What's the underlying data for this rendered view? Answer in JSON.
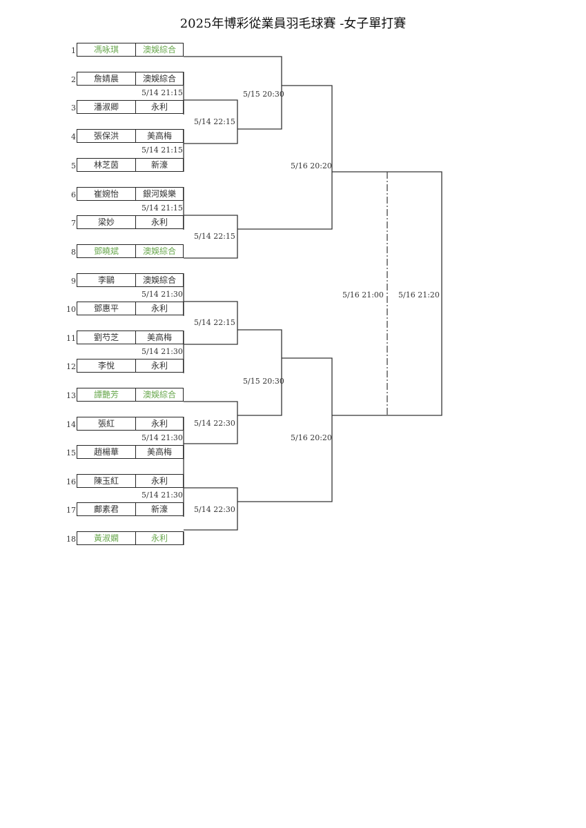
{
  "title": "2025年博彩從業員羽毛球賽 -女子單打賽",
  "accent_color": "#6aa84f",
  "players": [
    {
      "no": "1",
      "name": "馮咏琪",
      "team": "澳娛綜合",
      "seed": true
    },
    {
      "no": "2",
      "name": "詹婧晨",
      "team": "澳娛綜合",
      "seed": false
    },
    {
      "no": "3",
      "name": "潘淑卿",
      "team": "永利",
      "seed": false
    },
    {
      "no": "4",
      "name": "張保洪",
      "team": "美高梅",
      "seed": false
    },
    {
      "no": "5",
      "name": "林芝茵",
      "team": "新濠",
      "seed": false
    },
    {
      "no": "6",
      "name": "崔婉怡",
      "team": "銀河娛樂",
      "seed": false
    },
    {
      "no": "7",
      "name": "梁妙",
      "team": "永利",
      "seed": false
    },
    {
      "no": "8",
      "name": "鄧曉斌",
      "team": "澳娛綜合",
      "seed": true
    },
    {
      "no": "9",
      "name": "李鷗",
      "team": "澳娛綜合",
      "seed": false
    },
    {
      "no": "10",
      "name": "鄧惠平",
      "team": "永利",
      "seed": false
    },
    {
      "no": "11",
      "name": "劉芍芝",
      "team": "美高梅",
      "seed": false
    },
    {
      "no": "12",
      "name": "李悅",
      "team": "永利",
      "seed": false
    },
    {
      "no": "13",
      "name": "譚艷芳",
      "team": "澳娛綜合",
      "seed": true
    },
    {
      "no": "14",
      "name": "張紅",
      "team": "永利",
      "seed": false
    },
    {
      "no": "15",
      "name": "趙楊華",
      "team": "美高梅",
      "seed": false
    },
    {
      "no": "16",
      "name": "陳玉紅",
      "team": "永利",
      "seed": false
    },
    {
      "no": "17",
      "name": "鄺素君",
      "team": "新濠",
      "seed": false
    },
    {
      "no": "18",
      "name": "黃淑嫻",
      "team": "永利",
      "seed": true
    }
  ],
  "times": {
    "r1_2_3": "5/14 21:15",
    "r1_4_5": "5/14 21:15",
    "r1_6_7": "5/14 21:15",
    "r1_9_10": "5/14 21:30",
    "r1_11_12": "5/14 21:30",
    "r1_14_15": "5/14 21:30",
    "r1_16_17": "5/14 21:30",
    "r2_top_a": "5/14 22:15",
    "r2_top_b": "5/14 22:15",
    "r2_bot_a": "5/14 22:15",
    "r2_bot_b": "5/14 22:30",
    "r2_bot_c": "5/14 22:30",
    "qf_top": "5/15 20:30",
    "qf_bot": "5/15 20:30",
    "sf_top": "5/16 20:20",
    "sf_bot": "5/16 20:20",
    "final_a": "5/16 21:00",
    "final_b": "5/16 21:20"
  }
}
